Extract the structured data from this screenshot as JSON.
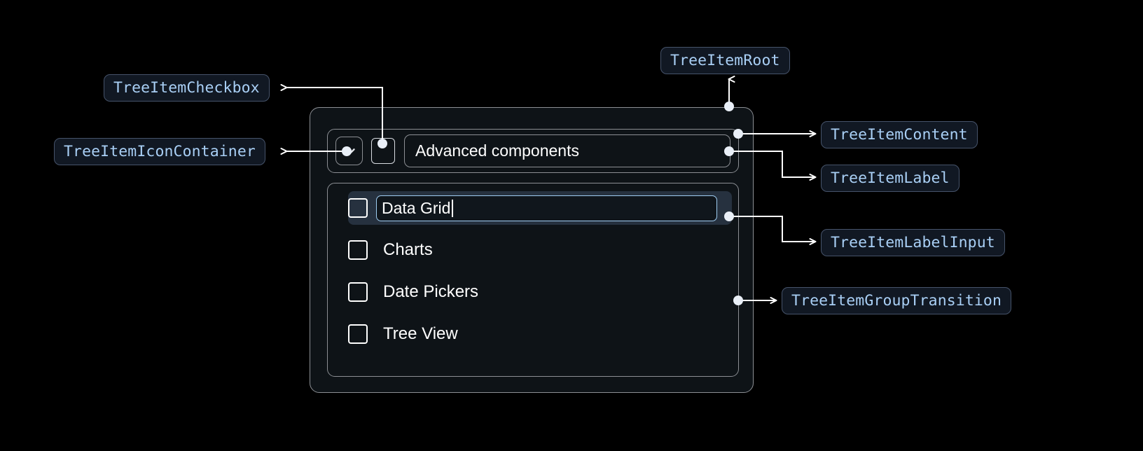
{
  "meta": {
    "title": "TreeItem anatomy diagram",
    "background_color": "#000000",
    "chip_text_color": "#a9cff5",
    "chip_bg_color": "#111823",
    "chip_border_color": "#46536a",
    "connector_color": "#ffffff",
    "outline_color": "#8c8f94",
    "edit_input_border_color": "#9fcdf2",
    "selected_row_bg_color": "#26313f"
  },
  "annotations": [
    {
      "id": "tree-item-root",
      "label": "TreeItemRoot"
    },
    {
      "id": "tree-item-checkbox",
      "label": "TreeItemCheckbox"
    },
    {
      "id": "tree-item-icon-container",
      "label": "TreeItemIconContainer"
    },
    {
      "id": "tree-item-content",
      "label": "TreeItemContent"
    },
    {
      "id": "tree-item-label",
      "label": "TreeItemLabel"
    },
    {
      "id": "tree-item-label-input",
      "label": "TreeItemLabelInput"
    },
    {
      "id": "tree-item-group-transition",
      "label": "TreeItemGroupTransition"
    }
  ],
  "tree": {
    "root_item": {
      "label": "Advanced components",
      "expand_icon": "chevron-down-icon",
      "checkbox_checked": false
    },
    "children": [
      {
        "label": "Data Grid",
        "checkbox_checked": false,
        "editing": true,
        "input_value": "Data Grid"
      },
      {
        "label": "Charts",
        "checkbox_checked": false,
        "editing": false
      },
      {
        "label": "Date Pickers",
        "checkbox_checked": false,
        "editing": false
      },
      {
        "label": "Tree View",
        "checkbox_checked": false,
        "editing": false
      }
    ]
  }
}
